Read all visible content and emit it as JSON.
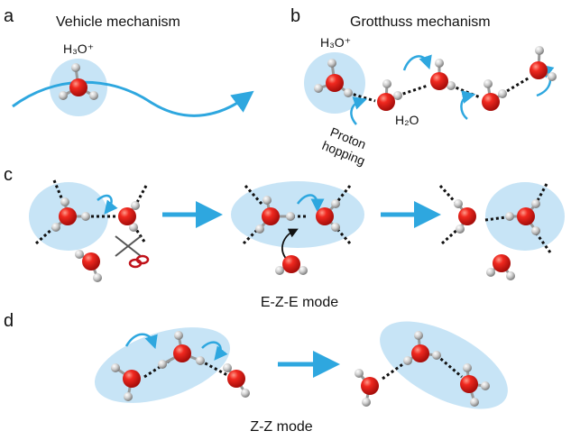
{
  "panels": {
    "a": {
      "letter": "a",
      "title": "Vehicle mechanism",
      "species": "H₃O⁺"
    },
    "b": {
      "letter": "b",
      "title": "Grotthuss mechanism",
      "species": "H₃O⁺",
      "water": "H₂O",
      "note_line1": "Proton",
      "note_line2": "hopping"
    },
    "c": {
      "letter": "c",
      "caption": "E-Z-E mode",
      "tool_icon": "scissors-icon"
    },
    "d": {
      "letter": "d",
      "caption": "Z-Z mode"
    }
  },
  "colors": {
    "accent": "#2ea7df",
    "halo": "#c7e4f6",
    "oxygen": "#e8221c",
    "hydrogen": "#bdbdbd",
    "bond": "#111111"
  }
}
